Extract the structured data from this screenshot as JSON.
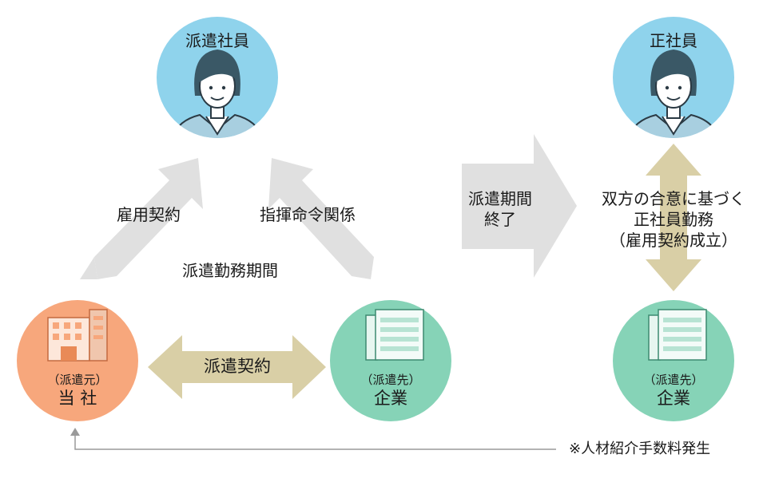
{
  "nodes": {
    "haken_employee": {
      "title": "派遣社員"
    },
    "seishain": {
      "title": "正社員"
    },
    "tosha": {
      "sub": "（派遣元）",
      "main": "当 社"
    },
    "client_left": {
      "sub": "（派遣先）",
      "main": "企業"
    },
    "client_right": {
      "sub": "（派遣先）",
      "main": "企業"
    }
  },
  "labels": {
    "employment_contract": "雇用契約",
    "command_relation": "指揮命令関係",
    "dispatch_period": "派遣勤務期間",
    "dispatch_contract": "派遣契約",
    "period_end_line1": "派遣期間",
    "period_end_line2": "終了",
    "agreement_line1": "双方の合意に基づく",
    "agreement_line2": "正社員勤務",
    "agreement_line3": "（雇用契約成立）",
    "fee_note": "※人材紹介手数料発生"
  },
  "colors": {
    "blue_circle": "#8fd3ec",
    "orange_circle": "#f7a77c",
    "green_circle": "#86d3b7",
    "gray_arrow": "#e0e0e0",
    "khaki_arrow": "#d9cfa6"
  },
  "icons": {
    "person": "business-woman-icon",
    "agency_building": "office-building-icon",
    "client_building": "company-building-icon"
  }
}
